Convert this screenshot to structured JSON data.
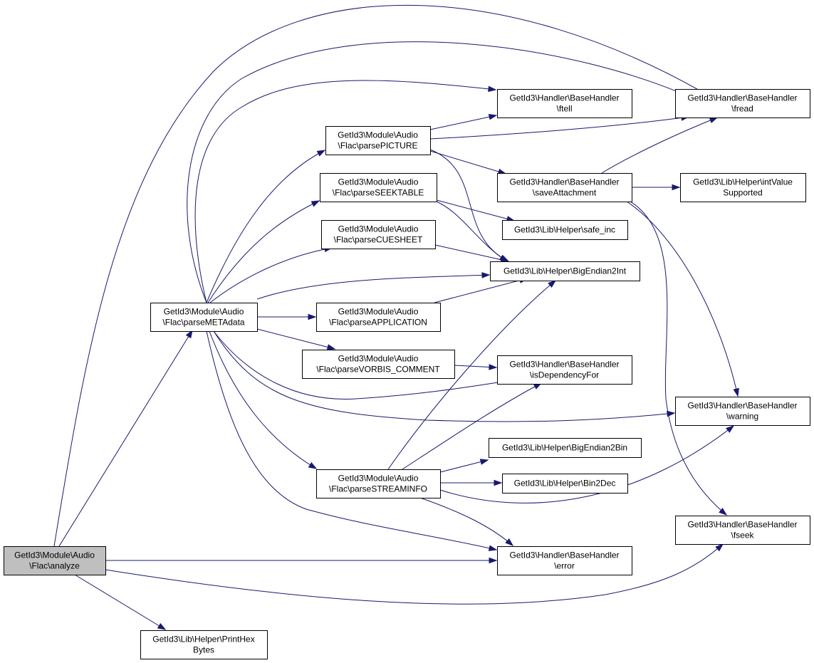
{
  "colors": {
    "edge": "#191970",
    "root_fill": "#bfbfbf",
    "node_fill": "#ffffff",
    "border": "#000000"
  },
  "nodes": {
    "analyze": {
      "lines": [
        "GetId3\\Module\\Audio",
        "\\Flac\\analyze"
      ]
    },
    "printhex": {
      "lines": [
        "GetId3\\Lib\\Helper\\PrintHex",
        "Bytes"
      ]
    },
    "parsemetadata": {
      "lines": [
        "GetId3\\Module\\Audio",
        "\\Flac\\parseMETAdata"
      ]
    },
    "parsepicture": {
      "lines": [
        "GetId3\\Module\\Audio",
        "\\Flac\\parsePICTURE"
      ]
    },
    "parseseektable": {
      "lines": [
        "GetId3\\Module\\Audio",
        "\\Flac\\parseSEEKTABLE"
      ]
    },
    "parsecuesheet": {
      "lines": [
        "GetId3\\Module\\Audio",
        "\\Flac\\parseCUESHEET"
      ]
    },
    "parseapplication": {
      "lines": [
        "GetId3\\Module\\Audio",
        "\\Flac\\parseAPPLICATION"
      ]
    },
    "parsevorbis": {
      "lines": [
        "GetId3\\Module\\Audio",
        "\\Flac\\parseVORBIS_COMMENT"
      ]
    },
    "parsestreaminfo": {
      "lines": [
        "GetId3\\Module\\Audio",
        "\\Flac\\parseSTREAMINFO"
      ]
    },
    "ftell": {
      "lines": [
        "GetId3\\Handler\\BaseHandler",
        "\\ftell"
      ]
    },
    "saveattachment": {
      "lines": [
        "GetId3\\Handler\\BaseHandler",
        "\\saveAttachment"
      ]
    },
    "safeinc": {
      "lines": [
        "GetId3\\Lib\\Helper\\safe_inc"
      ]
    },
    "bigendian2int": {
      "lines": [
        "GetId3\\Lib\\Helper\\BigEndian2Int"
      ]
    },
    "isdependencyfor": {
      "lines": [
        "GetId3\\Handler\\BaseHandler",
        "\\isDependencyFor"
      ]
    },
    "bigendian2bin": {
      "lines": [
        "GetId3\\Lib\\Helper\\BigEndian2Bin"
      ]
    },
    "bin2dec": {
      "lines": [
        "GetId3\\Lib\\Helper\\Bin2Dec"
      ]
    },
    "error": {
      "lines": [
        "GetId3\\Handler\\BaseHandler",
        "\\error"
      ]
    },
    "fread": {
      "lines": [
        "GetId3\\Handler\\BaseHandler",
        "\\fread"
      ]
    },
    "intvaluesupported": {
      "lines": [
        "GetId3\\Lib\\Helper\\intValue",
        "Supported"
      ]
    },
    "warning": {
      "lines": [
        "GetId3\\Handler\\BaseHandler",
        "\\warning"
      ]
    },
    "fseek": {
      "lines": [
        "GetId3\\Handler\\BaseHandler",
        "\\fseek"
      ]
    }
  }
}
